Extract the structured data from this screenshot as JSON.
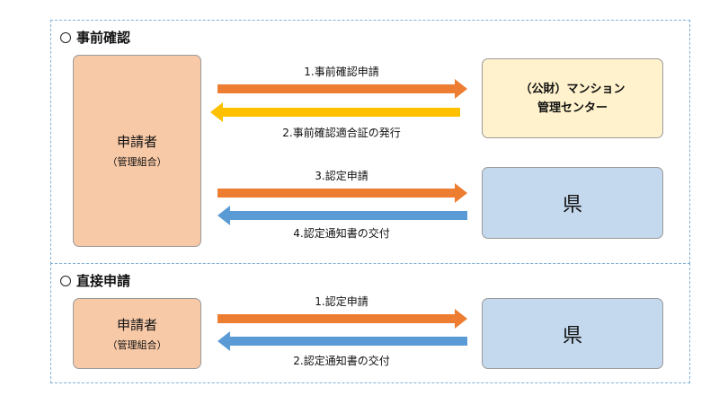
{
  "sections": {
    "prior": {
      "title": "事前確認",
      "applicant": {
        "name": "申請者",
        "sub": "（管理組合）"
      },
      "center": {
        "line1": "（公財）マンション",
        "line2": "管理センター"
      },
      "pref": {
        "label": "県"
      },
      "steps": [
        {
          "label": "1.事前確認申請",
          "direction": "right",
          "color": "#ed7d31"
        },
        {
          "label": "2.事前確認適合証の発行",
          "direction": "left",
          "color": "#ffc000"
        },
        {
          "label": "3.認定申請",
          "direction": "right",
          "color": "#ed7d31"
        },
        {
          "label": "4.認定通知書の交付",
          "direction": "left",
          "color": "#5b9bd5"
        }
      ]
    },
    "direct": {
      "title": "直接申請",
      "applicant": {
        "name": "申請者",
        "sub": "（管理組合）"
      },
      "pref": {
        "label": "県"
      },
      "steps": [
        {
          "label": "1.認定申請",
          "direction": "right",
          "color": "#ed7d31"
        },
        {
          "label": "2.認定通知書の交付",
          "direction": "left",
          "color": "#5b9bd5"
        }
      ]
    }
  },
  "colors": {
    "frame_border": "#7fb0d8",
    "applicant_fill": "#f8c9a7",
    "center_fill": "#fff2cc",
    "pref_fill": "#c5d9ee"
  }
}
